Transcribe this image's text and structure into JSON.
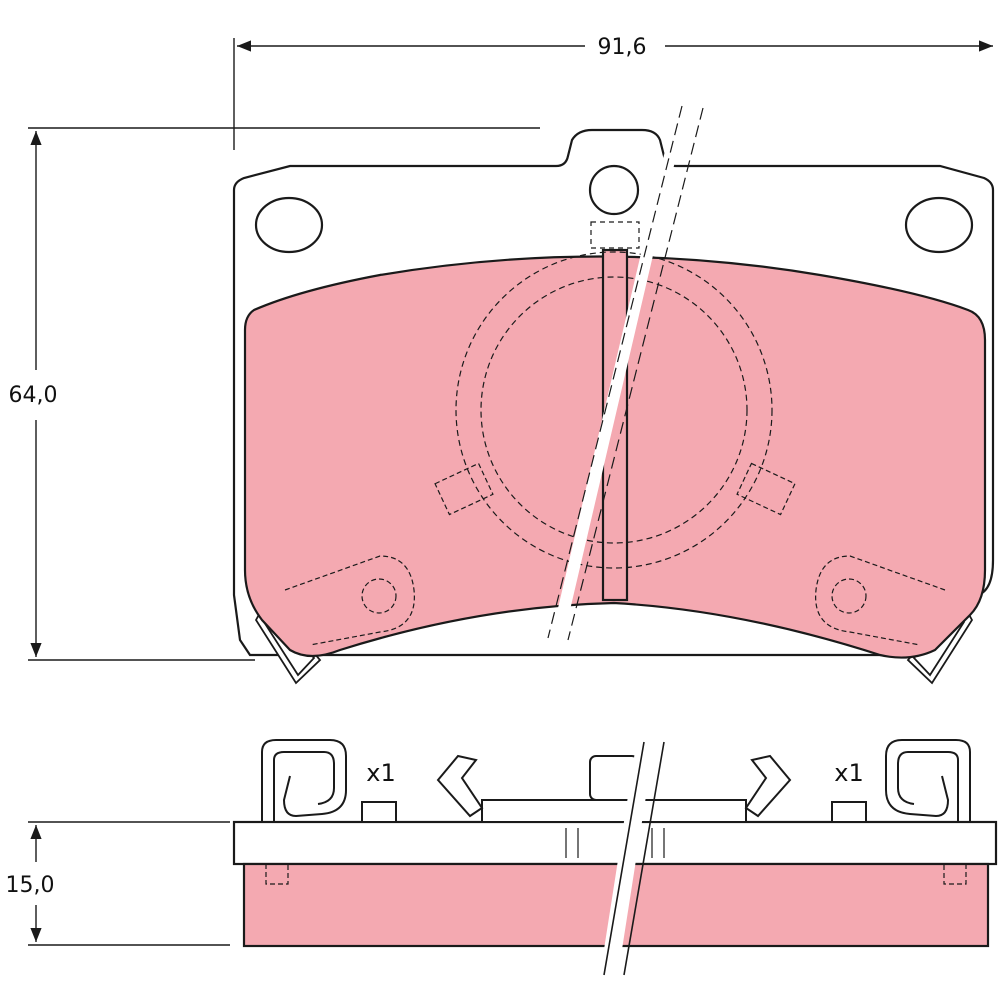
{
  "dimensions": {
    "width": "91,6",
    "height": "64,0",
    "thickness": "15,0"
  },
  "quantities": {
    "left_clip": "x1",
    "right_clip": "x1"
  },
  "colors": {
    "friction_material": "#f4a9b1",
    "line": "#1a1a1a",
    "backing_plate": "#ffffff"
  }
}
